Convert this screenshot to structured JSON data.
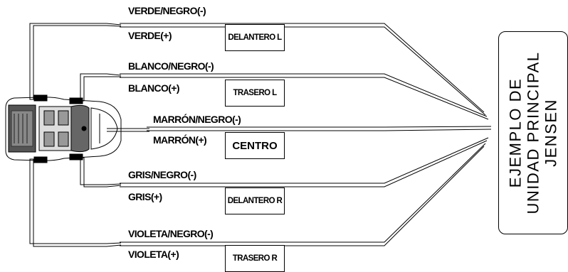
{
  "channels": [
    {
      "neg_label": "VERDE/NEGRO(-)",
      "pos_label": "VERDE(+)",
      "speaker": "DELANTERO L"
    },
    {
      "neg_label": "BLANCO/NEGRO(-)",
      "pos_label": "BLANCO(+)",
      "speaker": "TRASERO L"
    },
    {
      "neg_label": "MARRÓN/NEGRO(-)",
      "pos_label": "MARRÓN(+)",
      "speaker": "CENTRO"
    },
    {
      "neg_label": "GRIS/NEGRO(-)",
      "pos_label": "GRIS(+)",
      "speaker": "DELANTERO R"
    },
    {
      "neg_label": "VIOLETA/NEGRO(-)",
      "pos_label": "VIOLETA(+)",
      "speaker": "TRASERO R"
    }
  ],
  "head_unit": {
    "line1": "EJEMPLO DE",
    "line2": "UNIDAD PRINCIPAL",
    "line3": "JENSEN"
  },
  "icons": [
    "car-top-view-icon"
  ],
  "colors": {
    "line": "#000000",
    "background": "#ffffff"
  }
}
